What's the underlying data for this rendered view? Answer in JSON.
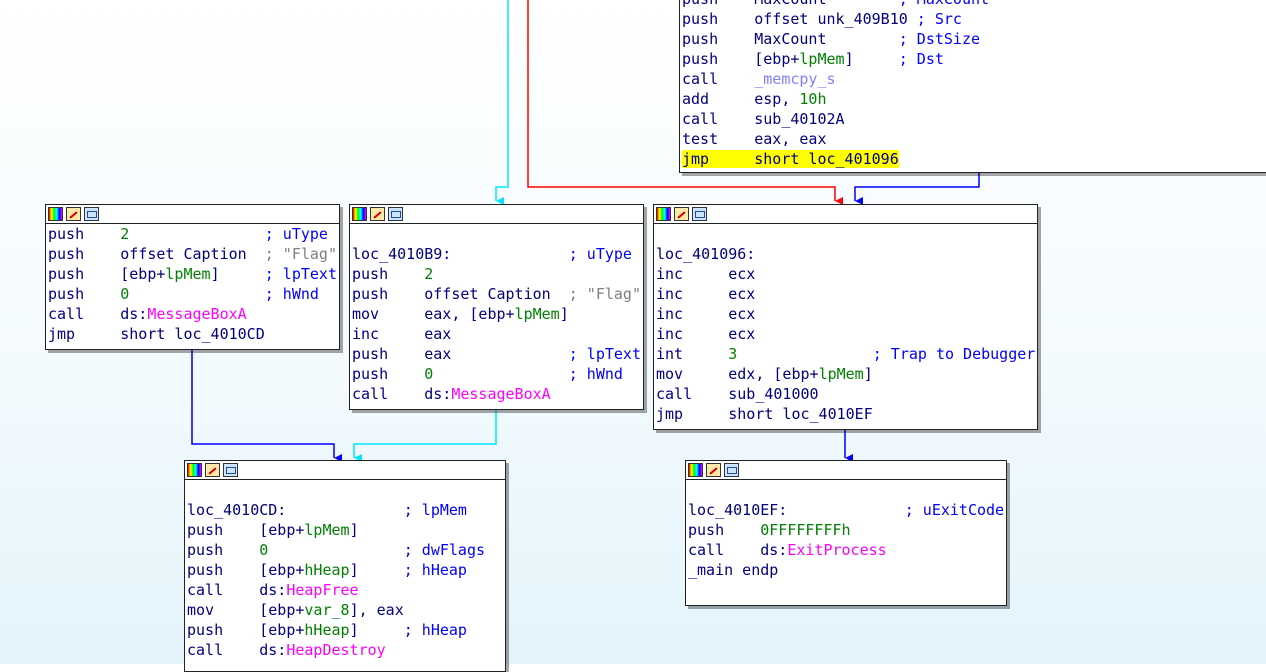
{
  "colors": {
    "edge_red": "#ff0000",
    "edge_blue": "#0000ff",
    "edge_cyan": "#00ffff",
    "highlight": "#ffff00"
  },
  "icons": [
    "color-icon",
    "rename-icon",
    "graph-icon"
  ],
  "nodes": {
    "top": {
      "lines": [
        [
          {
            "t": "push    ",
            "c": "c-ins"
          },
          {
            "t": "MaxCount",
            "c": "c-ins"
          },
          {
            "t": "        ; MaxCount",
            "c": "c-cmt"
          }
        ],
        [
          {
            "t": "push    ",
            "c": "c-ins"
          },
          {
            "t": "offset unk_409B10",
            "c": "c-ins"
          },
          {
            "t": " ; Src",
            "c": "c-cmt"
          }
        ],
        [
          {
            "t": "push    ",
            "c": "c-ins"
          },
          {
            "t": "MaxCount",
            "c": "c-ins"
          },
          {
            "t": "        ; DstSize",
            "c": "c-cmt"
          }
        ],
        [
          {
            "t": "push    ",
            "c": "c-ins"
          },
          {
            "t": "[ebp+",
            "c": "c-ins"
          },
          {
            "t": "lpMem",
            "c": "c-var"
          },
          {
            "t": "]",
            "c": "c-ins"
          },
          {
            "t": "     ; Dst",
            "c": "c-cmt"
          }
        ],
        [
          {
            "t": "call    ",
            "c": "c-ins"
          },
          {
            "t": "_memcpy_s",
            "c": "c-lib"
          }
        ],
        [
          {
            "t": "add     ",
            "c": "c-ins"
          },
          {
            "t": "esp, ",
            "c": "c-ins"
          },
          {
            "t": "10h",
            "c": "c-num"
          }
        ],
        [
          {
            "t": "call    ",
            "c": "c-ins"
          },
          {
            "t": "sub_40102A",
            "c": "c-ins"
          }
        ],
        [
          {
            "t": "test    ",
            "c": "c-ins"
          },
          {
            "t": "eax, eax",
            "c": "c-ins"
          }
        ],
        [
          {
            "t": "jmp     ",
            "c": "c-ins"
          },
          {
            "t": "short loc_401096",
            "c": "c-ins"
          }
        ]
      ]
    },
    "msgbox1": {
      "lines": [
        [
          {
            "t": "push    ",
            "c": "c-ins"
          },
          {
            "t": "2",
            "c": "c-num"
          },
          {
            "t": "               ; uType",
            "c": "c-cmt"
          }
        ],
        [
          {
            "t": "push    ",
            "c": "c-ins"
          },
          {
            "t": "offset Caption",
            "c": "c-ins"
          },
          {
            "t": "  ; \"Flag\"",
            "c": "c-cmt-gray"
          }
        ],
        [
          {
            "t": "push    ",
            "c": "c-ins"
          },
          {
            "t": "[ebp+",
            "c": "c-ins"
          },
          {
            "t": "lpMem",
            "c": "c-var"
          },
          {
            "t": "]",
            "c": "c-ins"
          },
          {
            "t": "     ; lpText",
            "c": "c-cmt"
          }
        ],
        [
          {
            "t": "push    ",
            "c": "c-ins"
          },
          {
            "t": "0",
            "c": "c-num"
          },
          {
            "t": "               ; hWnd",
            "c": "c-cmt"
          }
        ],
        [
          {
            "t": "call    ",
            "c": "c-ins"
          },
          {
            "t": "ds:",
            "c": "c-ins"
          },
          {
            "t": "MessageBoxA",
            "c": "c-imp"
          }
        ],
        [
          {
            "t": "jmp     ",
            "c": "c-ins"
          },
          {
            "t": "short loc_4010CD",
            "c": "c-ins"
          }
        ]
      ]
    },
    "loc_4010B9": {
      "lines": [
        [
          {
            "t": "",
            "c": "c-ins"
          }
        ],
        [
          {
            "t": "loc_4010B9:",
            "c": "c-ins"
          },
          {
            "t": "             ; uType",
            "c": "c-cmt"
          }
        ],
        [
          {
            "t": "push    ",
            "c": "c-ins"
          },
          {
            "t": "2",
            "c": "c-num"
          }
        ],
        [
          {
            "t": "push    ",
            "c": "c-ins"
          },
          {
            "t": "offset Caption",
            "c": "c-ins"
          },
          {
            "t": "  ; \"Flag\"",
            "c": "c-cmt-gray"
          }
        ],
        [
          {
            "t": "mov     ",
            "c": "c-ins"
          },
          {
            "t": "eax, [ebp+",
            "c": "c-ins"
          },
          {
            "t": "lpMem",
            "c": "c-var"
          },
          {
            "t": "]",
            "c": "c-ins"
          }
        ],
        [
          {
            "t": "inc     ",
            "c": "c-ins"
          },
          {
            "t": "eax",
            "c": "c-ins"
          }
        ],
        [
          {
            "t": "push    ",
            "c": "c-ins"
          },
          {
            "t": "eax",
            "c": "c-ins"
          },
          {
            "t": "             ; lpText",
            "c": "c-cmt"
          }
        ],
        [
          {
            "t": "push    ",
            "c": "c-ins"
          },
          {
            "t": "0",
            "c": "c-num"
          },
          {
            "t": "               ; hWnd",
            "c": "c-cmt"
          }
        ],
        [
          {
            "t": "call    ",
            "c": "c-ins"
          },
          {
            "t": "ds:",
            "c": "c-ins"
          },
          {
            "t": "MessageBoxA",
            "c": "c-imp"
          }
        ]
      ]
    },
    "loc_401096": {
      "lines": [
        [
          {
            "t": "",
            "c": "c-ins"
          }
        ],
        [
          {
            "t": "loc_401096:",
            "c": "c-ins"
          }
        ],
        [
          {
            "t": "inc     ",
            "c": "c-ins"
          },
          {
            "t": "ecx",
            "c": "c-ins"
          }
        ],
        [
          {
            "t": "inc     ",
            "c": "c-ins"
          },
          {
            "t": "ecx",
            "c": "c-ins"
          }
        ],
        [
          {
            "t": "inc     ",
            "c": "c-ins"
          },
          {
            "t": "ecx",
            "c": "c-ins"
          }
        ],
        [
          {
            "t": "inc     ",
            "c": "c-ins"
          },
          {
            "t": "ecx",
            "c": "c-ins"
          }
        ],
        [
          {
            "t": "int     ",
            "c": "c-ins"
          },
          {
            "t": "3",
            "c": "c-num"
          },
          {
            "t": "               ; Trap to Debugger",
            "c": "c-cmt"
          }
        ],
        [
          {
            "t": "mov     ",
            "c": "c-ins"
          },
          {
            "t": "edx, [ebp+",
            "c": "c-ins"
          },
          {
            "t": "lpMem",
            "c": "c-var"
          },
          {
            "t": "]",
            "c": "c-ins"
          }
        ],
        [
          {
            "t": "call    ",
            "c": "c-ins"
          },
          {
            "t": "sub_401000",
            "c": "c-ins"
          }
        ],
        [
          {
            "t": "jmp     ",
            "c": "c-ins"
          },
          {
            "t": "short loc_4010EF",
            "c": "c-ins"
          }
        ]
      ]
    },
    "loc_4010CD": {
      "lines": [
        [
          {
            "t": "",
            "c": "c-ins"
          }
        ],
        [
          {
            "t": "loc_4010CD:",
            "c": "c-ins"
          },
          {
            "t": "             ; lpMem",
            "c": "c-cmt"
          }
        ],
        [
          {
            "t": "push    ",
            "c": "c-ins"
          },
          {
            "t": "[ebp+",
            "c": "c-ins"
          },
          {
            "t": "lpMem",
            "c": "c-var"
          },
          {
            "t": "]",
            "c": "c-ins"
          }
        ],
        [
          {
            "t": "push    ",
            "c": "c-ins"
          },
          {
            "t": "0",
            "c": "c-num"
          },
          {
            "t": "               ; dwFlags",
            "c": "c-cmt"
          }
        ],
        [
          {
            "t": "push    ",
            "c": "c-ins"
          },
          {
            "t": "[ebp+",
            "c": "c-ins"
          },
          {
            "t": "hHeap",
            "c": "c-var"
          },
          {
            "t": "]",
            "c": "c-ins"
          },
          {
            "t": "     ; hHeap",
            "c": "c-cmt"
          }
        ],
        [
          {
            "t": "call    ",
            "c": "c-ins"
          },
          {
            "t": "ds:",
            "c": "c-ins"
          },
          {
            "t": "HeapFree",
            "c": "c-imp"
          }
        ],
        [
          {
            "t": "mov     ",
            "c": "c-ins"
          },
          {
            "t": "[ebp+",
            "c": "c-ins"
          },
          {
            "t": "var_8",
            "c": "c-var"
          },
          {
            "t": "], eax",
            "c": "c-ins"
          }
        ],
        [
          {
            "t": "push    ",
            "c": "c-ins"
          },
          {
            "t": "[ebp+",
            "c": "c-ins"
          },
          {
            "t": "hHeap",
            "c": "c-var"
          },
          {
            "t": "]",
            "c": "c-ins"
          },
          {
            "t": "     ; hHeap",
            "c": "c-cmt"
          }
        ],
        [
          {
            "t": "call    ",
            "c": "c-ins"
          },
          {
            "t": "ds:",
            "c": "c-ins"
          },
          {
            "t": "HeapDestroy",
            "c": "c-imp"
          }
        ]
      ]
    },
    "loc_4010EF": {
      "lines": [
        [
          {
            "t": "",
            "c": "c-ins"
          }
        ],
        [
          {
            "t": "loc_4010EF:",
            "c": "c-ins"
          },
          {
            "t": "             ; uExitCode",
            "c": "c-cmt"
          }
        ],
        [
          {
            "t": "push    ",
            "c": "c-ins"
          },
          {
            "t": "0FFFFFFFFh",
            "c": "c-num"
          }
        ],
        [
          {
            "t": "call    ",
            "c": "c-ins"
          },
          {
            "t": "ds:",
            "c": "c-ins"
          },
          {
            "t": "ExitProcess",
            "c": "c-imp"
          }
        ],
        [
          {
            "t": "_main endp",
            "c": "c-ins"
          }
        ]
      ]
    }
  }
}
